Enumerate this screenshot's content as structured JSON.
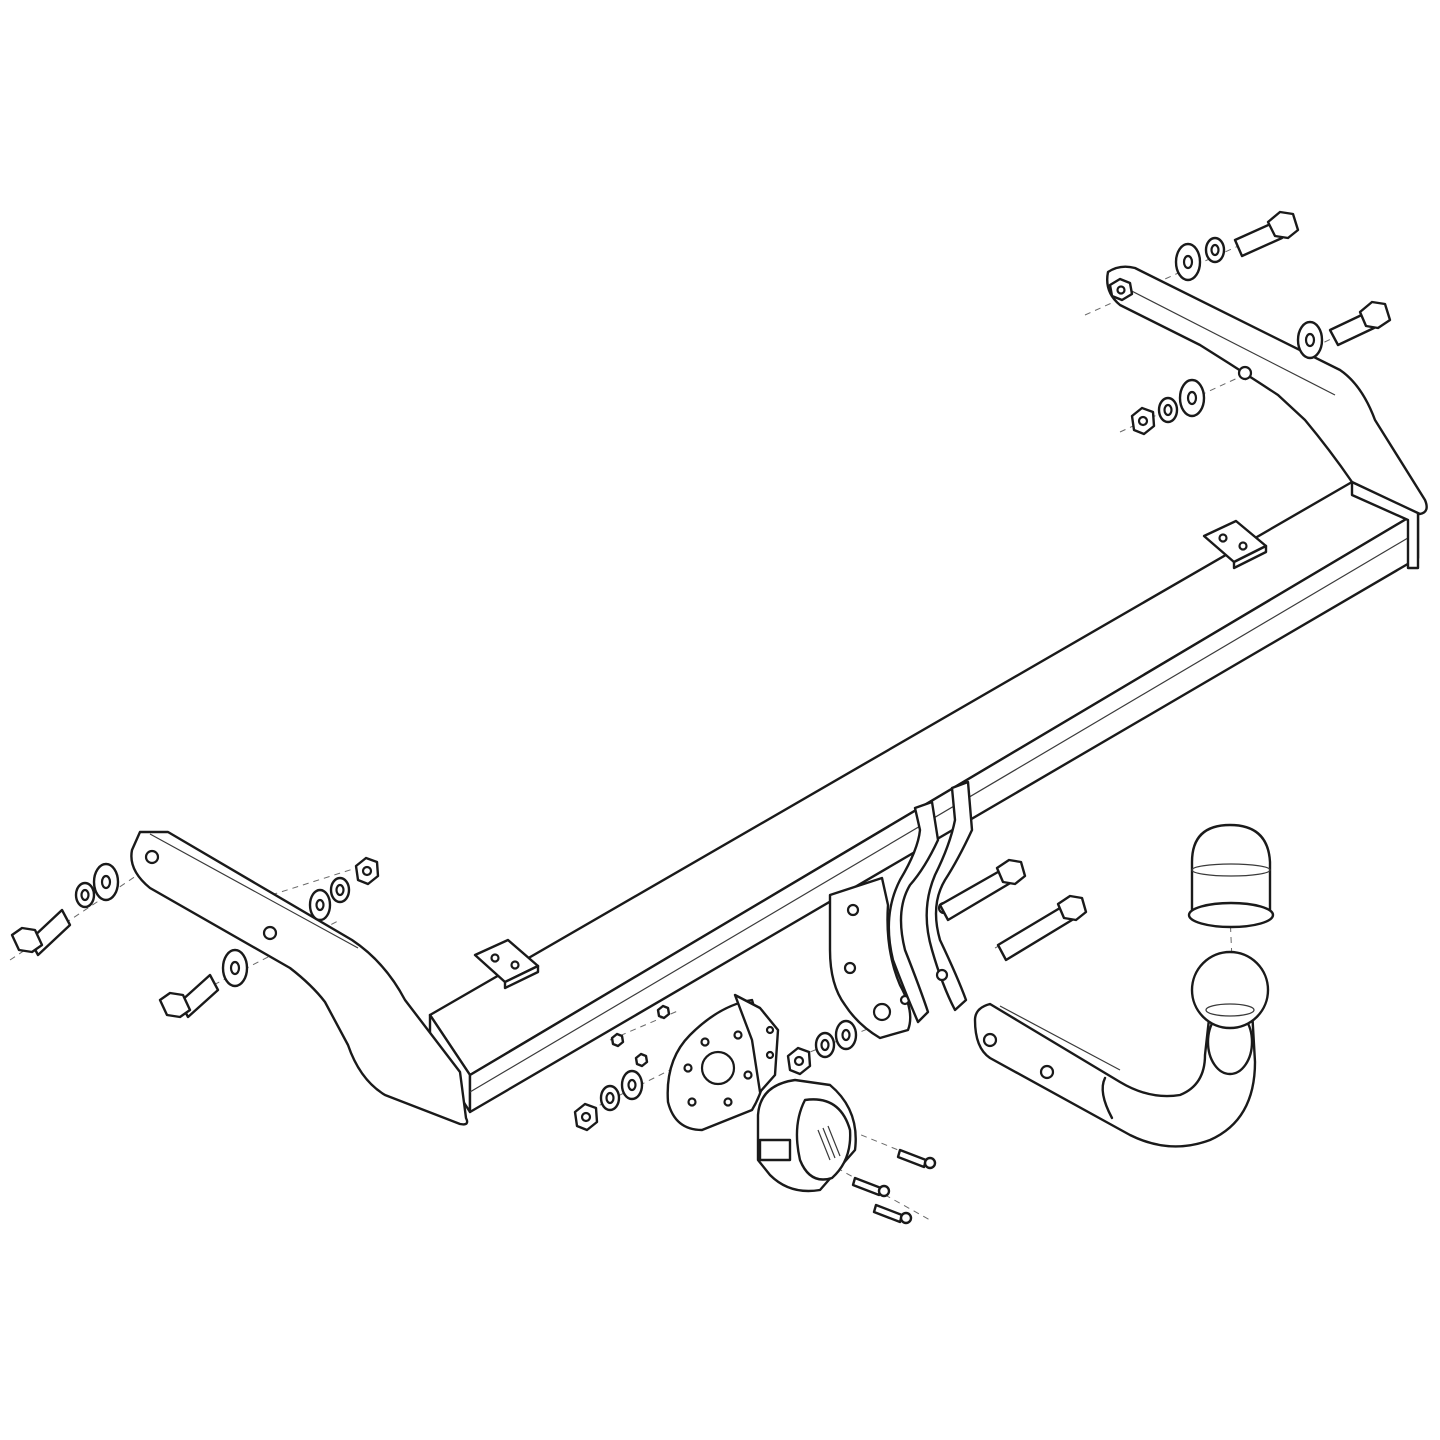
{
  "diagram": {
    "subject": "tow-bar-exploded-view",
    "colors": {
      "stroke": "#1a1a1a",
      "background": "#ffffff",
      "guide": "#6a6a6a"
    },
    "parts": [
      "main-crossbar",
      "left-side-bracket",
      "right-side-bracket",
      "center-mounting-brackets",
      "socket-plate",
      "electrical-socket",
      "tow-ball-neck",
      "tow-ball-cover",
      "hex-bolts",
      "flat-washers",
      "spring-washers",
      "hex-nuts",
      "small-screws"
    ]
  }
}
